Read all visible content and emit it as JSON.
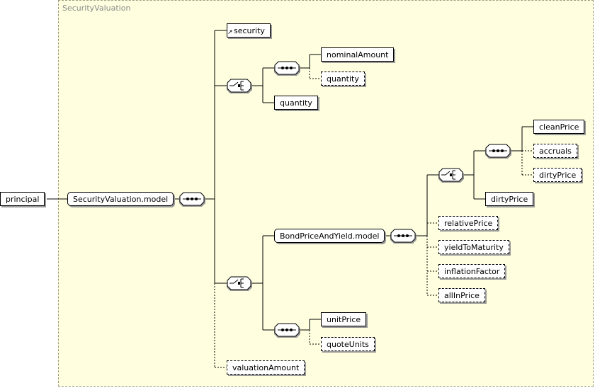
{
  "group_title": "SecurityValuation",
  "root": "principal",
  "model": "SecurityValuation.model",
  "elements": {
    "security": "security",
    "nominalAmount": "nominalAmount",
    "quantity_a": "quantity",
    "quantity_b": "quantity",
    "bond_model": "BondPriceAndYield.model",
    "cleanPrice": "cleanPrice",
    "accruals": "accruals",
    "dirtyPrice_a": "dirtyPrice",
    "dirtyPrice_b": "dirtyPrice",
    "relativePrice": "relativePrice",
    "yieldToMaturity": "yieldToMaturity",
    "inflationFactor": "inflationFactor",
    "allInPrice": "allInPrice",
    "unitPrice": "unitPrice",
    "quoteUnits": "quoteUnits",
    "valuationAmount": "valuationAmount"
  }
}
